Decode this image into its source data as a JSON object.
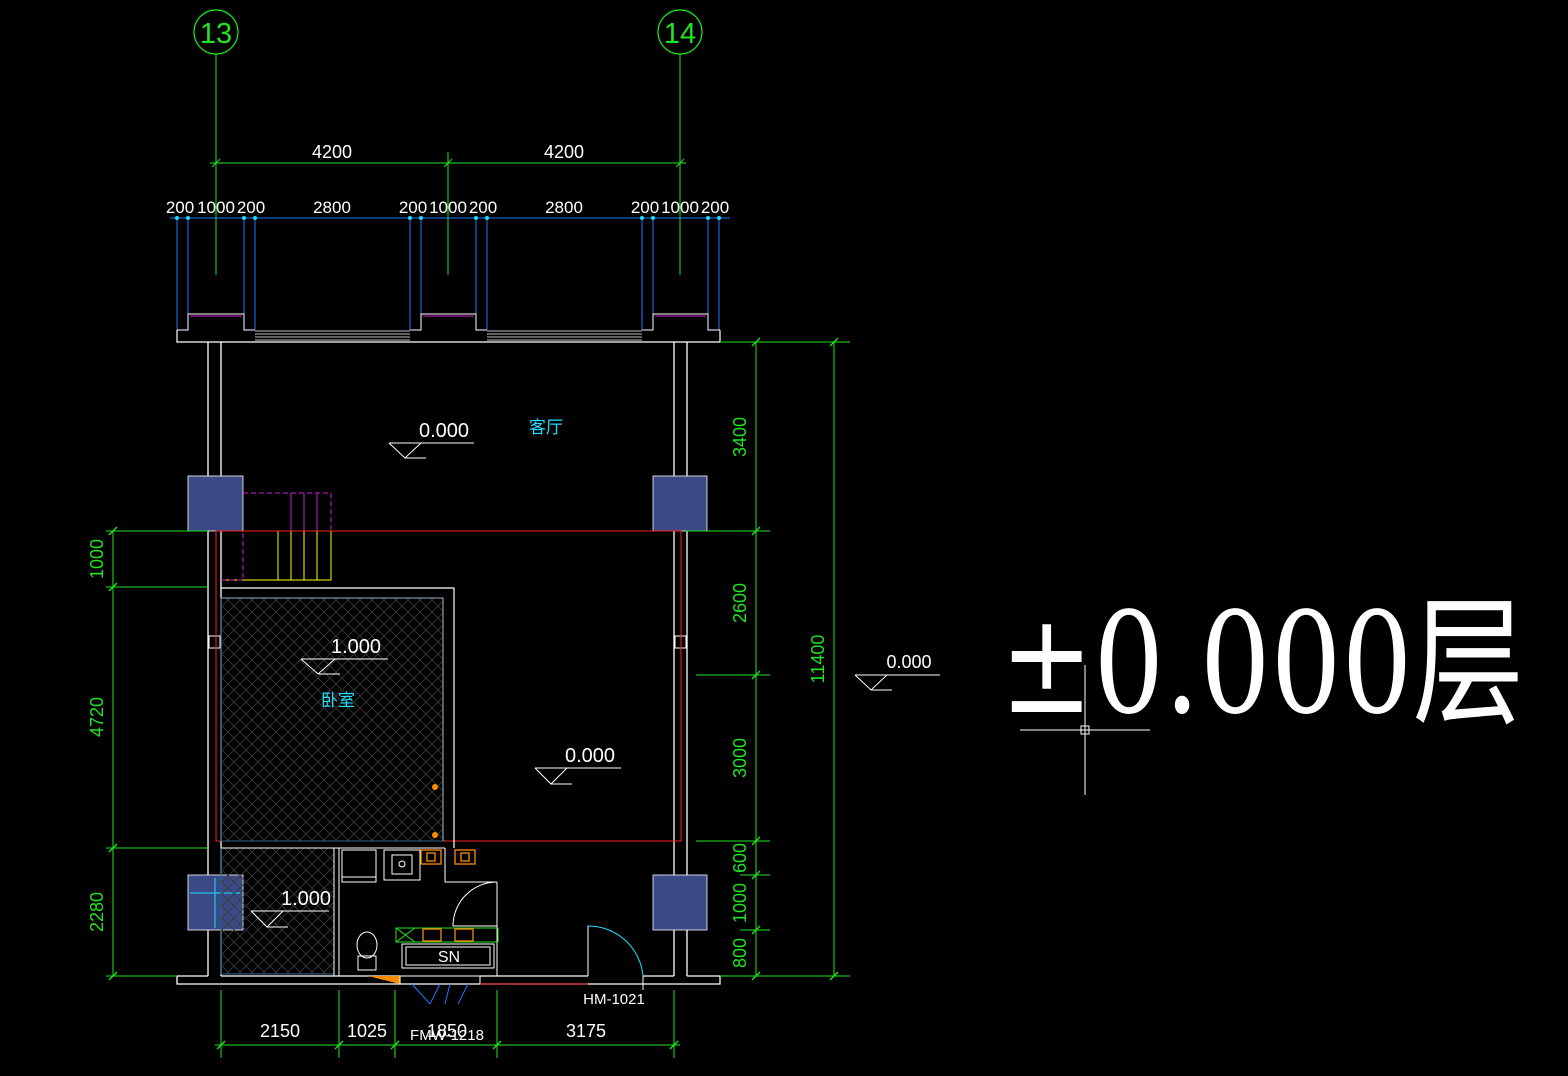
{
  "axes": {
    "left": "13",
    "right": "14"
  },
  "dims_top": {
    "overall": [
      "4200",
      "4200"
    ],
    "detail": [
      "200",
      "1000",
      "200",
      "2800",
      "200",
      "1000",
      "200",
      "2800",
      "200",
      "1000",
      "200"
    ]
  },
  "dims_right": {
    "inner": [
      "3400",
      "2600",
      "3000",
      "600",
      "1000",
      "800"
    ],
    "total": "11400"
  },
  "dims_left": [
    "1000",
    "4720",
    "2280"
  ],
  "dims_bottom": [
    "2150",
    "1025",
    "1850",
    "3175"
  ],
  "rooms": {
    "living": "客厅",
    "bedroom": "卧室",
    "wash": "SN"
  },
  "levels": {
    "living": "0.000",
    "bedroom": "1.000",
    "center": "0.000",
    "bottom_left": "1.000",
    "outside": "0.000"
  },
  "doors": {
    "main": "HM-1021",
    "fire": "FMW-1218"
  },
  "title": "±0.000层",
  "colors": {
    "background": "#000000",
    "dimension": "#1fe61f",
    "wall": "#ffffff",
    "column": "#3b4a86",
    "room_label": "#1ee0ff",
    "red_line": "#ff2020",
    "magenta": "#d01ad0",
    "orange": "#ff8c00"
  }
}
